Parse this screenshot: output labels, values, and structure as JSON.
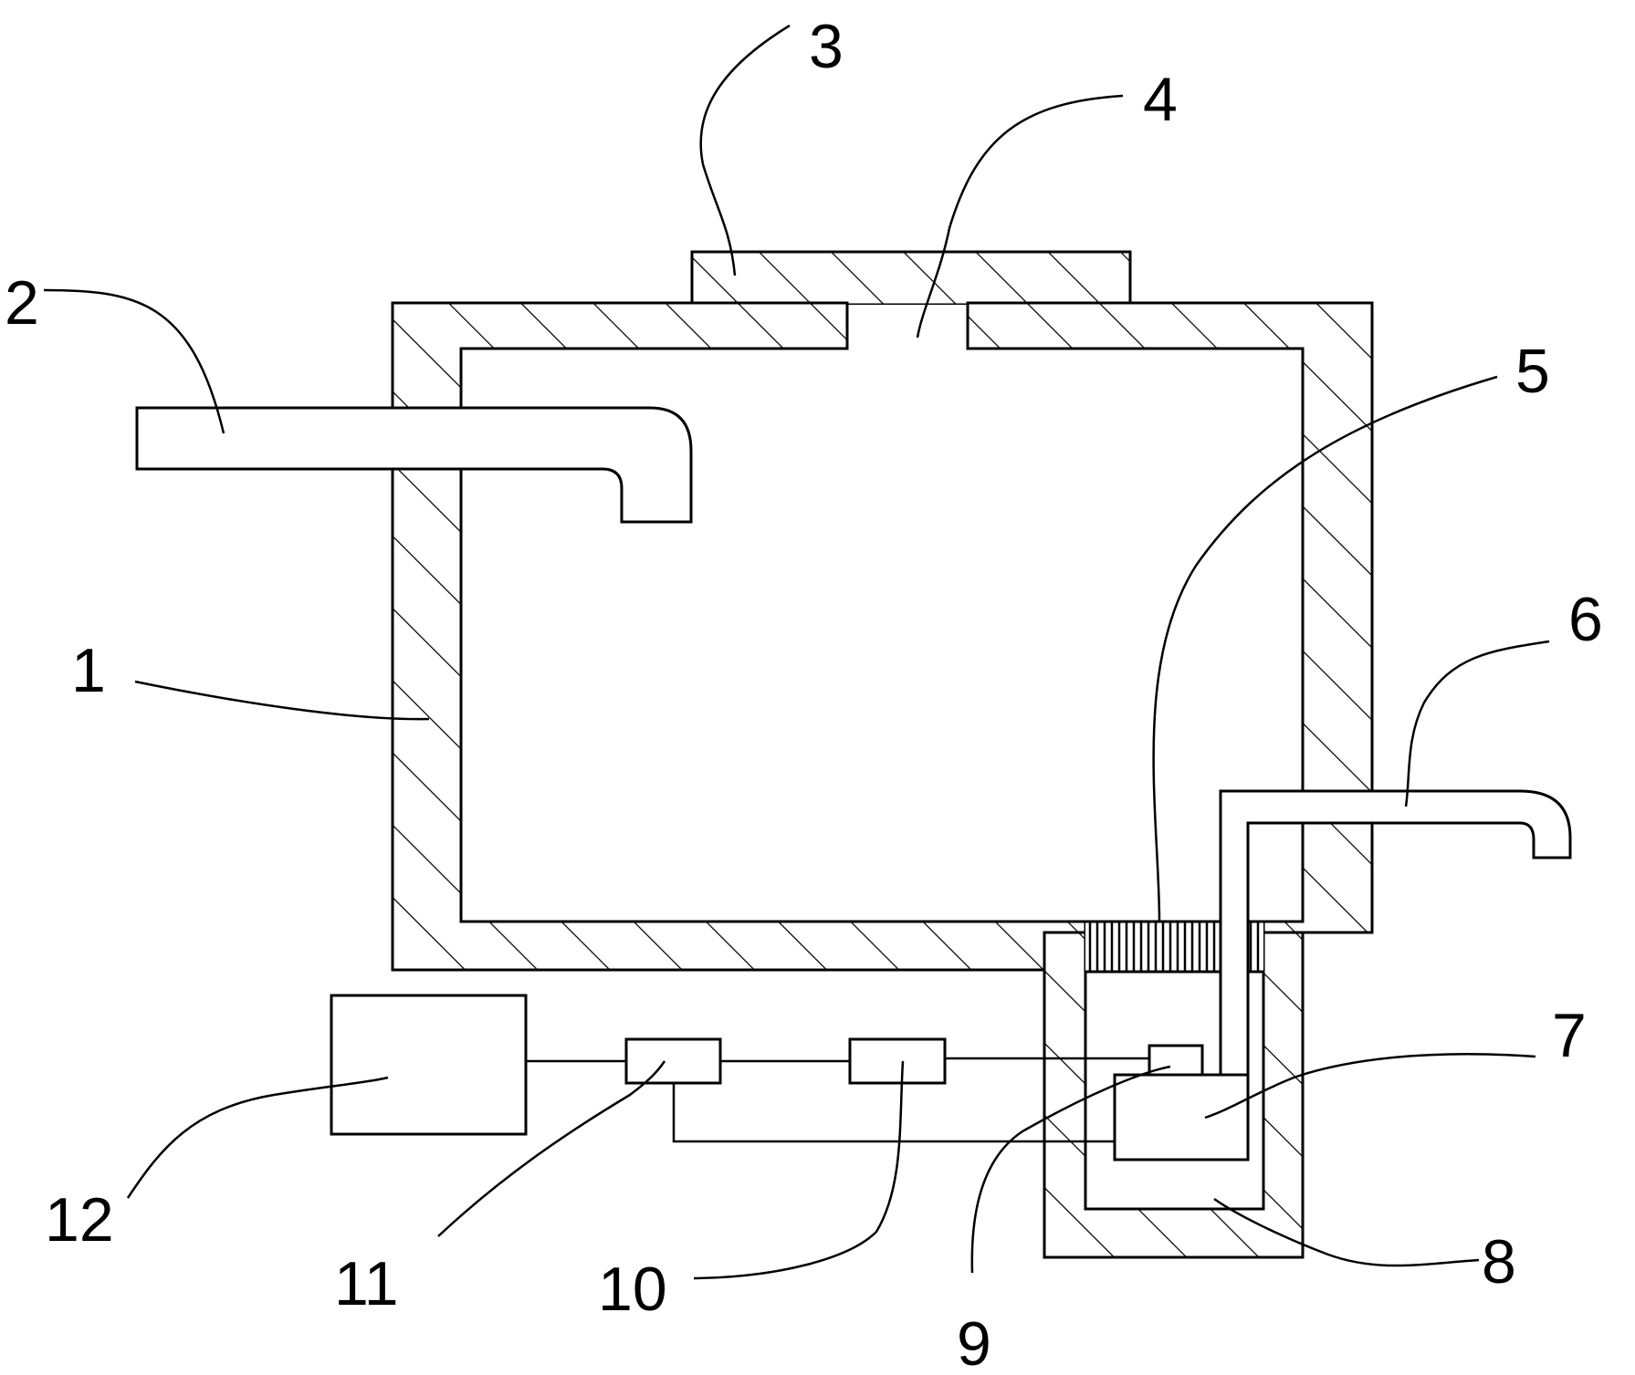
{
  "callouts": [
    {
      "id": "1",
      "text": "1"
    },
    {
      "id": "2",
      "text": "2"
    },
    {
      "id": "3",
      "text": "3"
    },
    {
      "id": "4",
      "text": "4"
    },
    {
      "id": "5",
      "text": "5"
    },
    {
      "id": "6",
      "text": "6"
    },
    {
      "id": "7",
      "text": "7"
    },
    {
      "id": "8",
      "text": "8"
    },
    {
      "id": "9",
      "text": "9"
    },
    {
      "id": "10",
      "text": "10"
    },
    {
      "id": "11",
      "text": "11"
    },
    {
      "id": "12",
      "text": "12"
    }
  ],
  "style": {
    "line_color": "#000000",
    "background": "#ffffff"
  }
}
